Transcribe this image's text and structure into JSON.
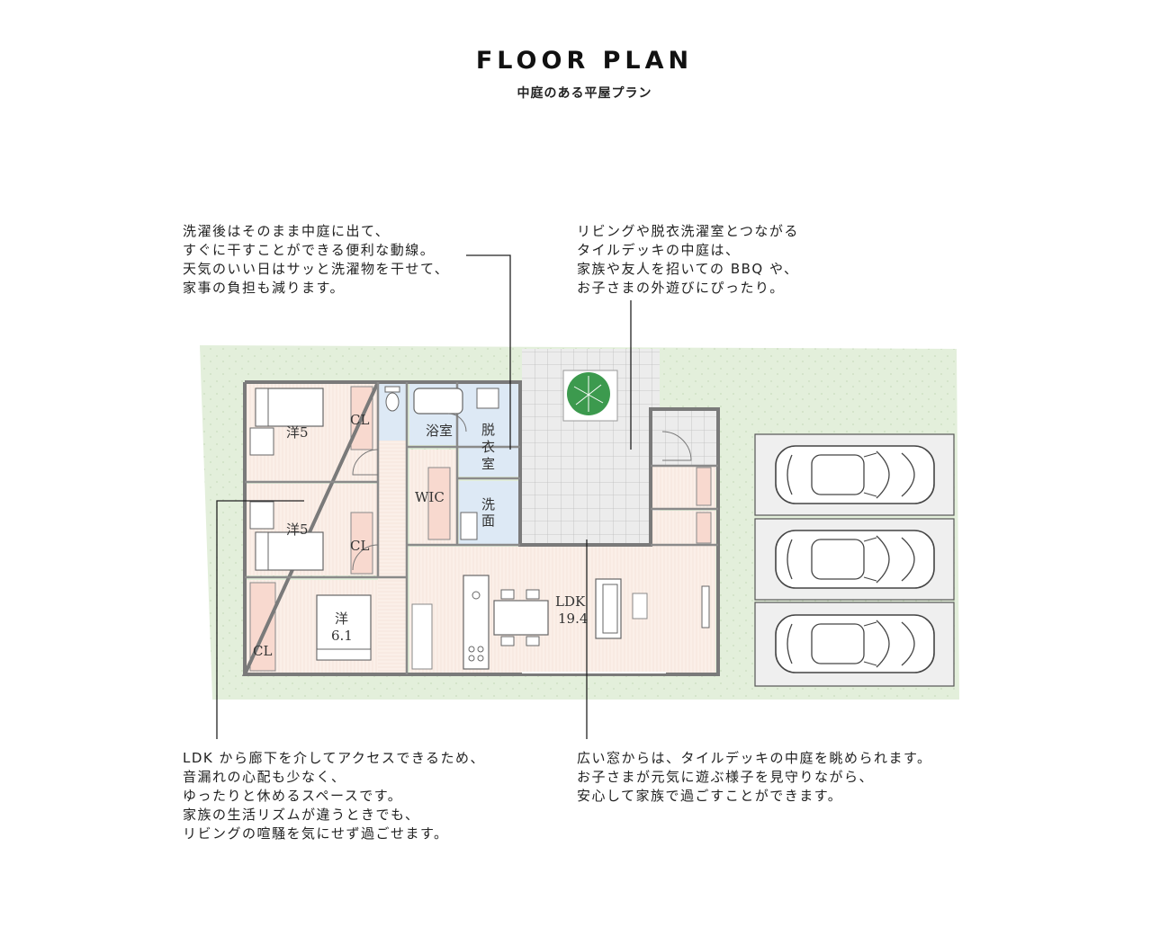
{
  "header": {
    "title": "FLOOR PLAN",
    "subtitle": "中庭のある平屋プラン"
  },
  "notes": {
    "laundry": [
      "洗濯後はそのまま中庭に出て、",
      "すぐに干すことができる便利な動線。",
      "天気のいい日はサッと洗濯物を干せて、",
      "家事の負担も減ります。"
    ],
    "courtyard": [
      "リビングや脱衣洗濯室とつながる",
      "タイルデッキの中庭は、",
      "家族や友人を招いての BBQ や、",
      "お子さまの外遊びにぴったり。"
    ],
    "bedroom": [
      "LDK から廊下を介してアクセスできるため、",
      "音漏れの心配も少なく、",
      "ゆったりと休めるスペースです。",
      "家族の生活リズムが違うときでも、",
      "リビングの喧騒を気にせず過ごせます。"
    ],
    "window": [
      "広い窓からは、タイルデッキの中庭を眺められます。",
      "お子さまが元気に遊ぶ様子を見守りながら、",
      "安心して家族で過ごすことができます。"
    ]
  },
  "rooms": {
    "bed1": "洋5",
    "bed2": "洋5",
    "bed3_name": "洋",
    "bed3_size": "6.1",
    "cl1": "CL",
    "cl2": "CL",
    "cl3": "CL",
    "bath": "浴室",
    "dressing": [
      "脱",
      "衣",
      "室"
    ],
    "wic": "WIC",
    "washroom": [
      "洗",
      "面"
    ],
    "ldk_name": "LDK",
    "ldk_size": "19.4"
  },
  "colors": {
    "lawn": "#e3efdb",
    "lawn_dot": "#c9dcbf",
    "room_floor": "#fbefe8",
    "closet": "#f8d9cf",
    "wet_area": "#dde9f5",
    "tile": "#ececec",
    "parking": "#efefef",
    "wall": "#7a7a7a",
    "tree": "#3c9a4e"
  }
}
